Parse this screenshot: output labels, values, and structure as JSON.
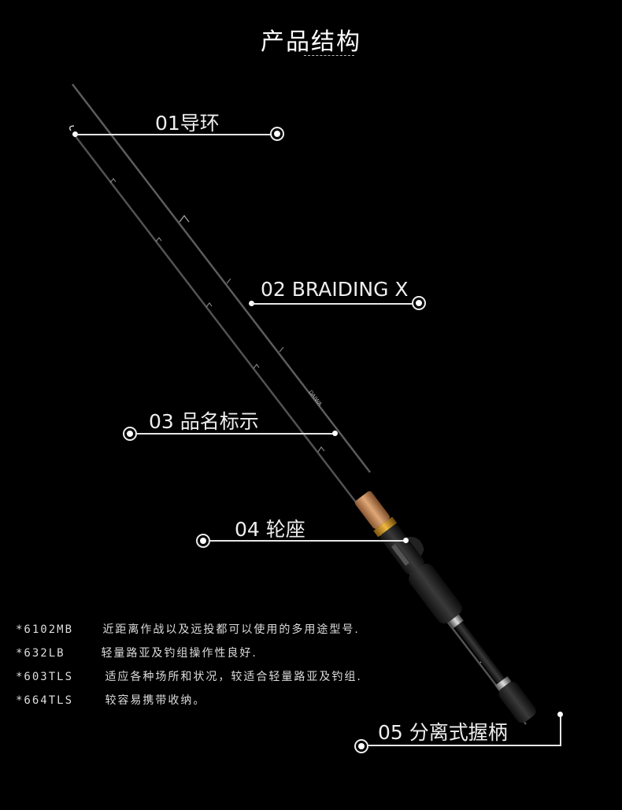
{
  "header": {
    "title": "产品结构"
  },
  "callouts": [
    {
      "label": "01导环"
    },
    {
      "label": "02 BRAIDING X"
    },
    {
      "label": "03 品名标示"
    },
    {
      "label": "04 轮座"
    },
    {
      "label": "05 分离式握柄"
    }
  ],
  "rod": {
    "brand_marking": "DAIWA"
  },
  "notes": [
    {
      "code": "*6102MB",
      "desc": "近距离作战以及远投都可以使用的多用途型号."
    },
    {
      "code": "*632LB",
      "desc": "轻量路亚及钓组操作性良好."
    },
    {
      "code": "*603TLS",
      "desc": "适应各种场所和状况，较适合轻量路亚及钓组."
    },
    {
      "code": "*664TLS",
      "desc": "较容易携带收纳。"
    }
  ],
  "colors": {
    "background": "#000000",
    "accent_gold": "#c8901c",
    "cork": "#c98b5a"
  }
}
